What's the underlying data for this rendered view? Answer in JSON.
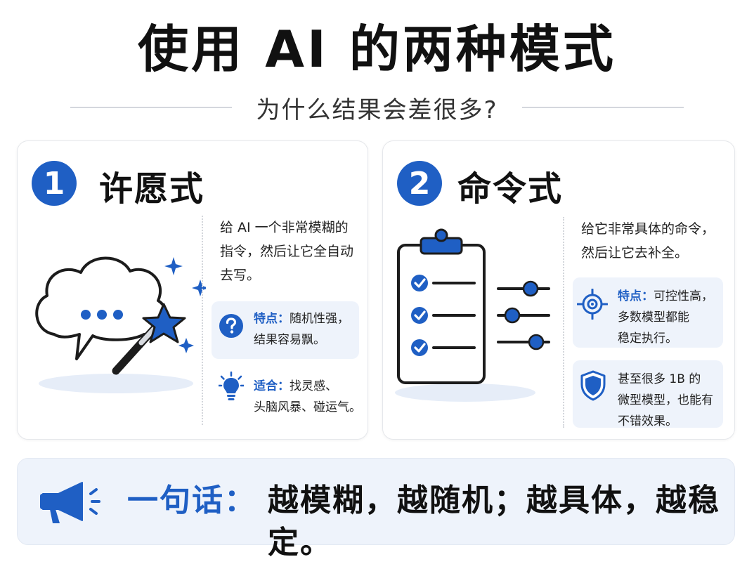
{
  "title": "使用 AI 的两种模式",
  "subtitle": "为什么结果会差很多?",
  "colors": {
    "accent": "#1f5fc4",
    "panel": "#eef3fb",
    "dark": "#1c1c1c"
  },
  "cards": [
    {
      "number": "1",
      "title": "许愿式",
      "illustration": "thought-bubble-magic-wand",
      "description": [
        "给 AI 一个非常模糊的",
        "指令，然后让它全自动",
        "去写。"
      ],
      "notes": [
        {
          "icon": "question-icon",
          "keyword": "特点：",
          "lines": [
            "随机性强，",
            "结果容易飘。"
          ]
        },
        {
          "icon": "lightbulb-icon",
          "keyword": "适合：",
          "lines": [
            "找灵感、",
            "头脑风暴、碰运气。"
          ]
        }
      ]
    },
    {
      "number": "2",
      "title": "命令式",
      "illustration": "clipboard-checklist-sliders",
      "description": [
        "给它非常具体的命令，",
        "然后让它去补全。"
      ],
      "notes": [
        {
          "icon": "target-icon",
          "keyword": "特点：",
          "lines": [
            "可控性高，",
            "多数模型都能",
            "稳定执行。"
          ]
        },
        {
          "icon": "shield-icon",
          "keyword": "",
          "lines": [
            "甚至很多 1B 的",
            "微型模型，也能有",
            "不错效果。"
          ]
        }
      ]
    }
  ],
  "banner": {
    "icon": "megaphone-icon",
    "label": "一句话：",
    "text": "越模糊，越随机；越具体，越稳定。"
  }
}
